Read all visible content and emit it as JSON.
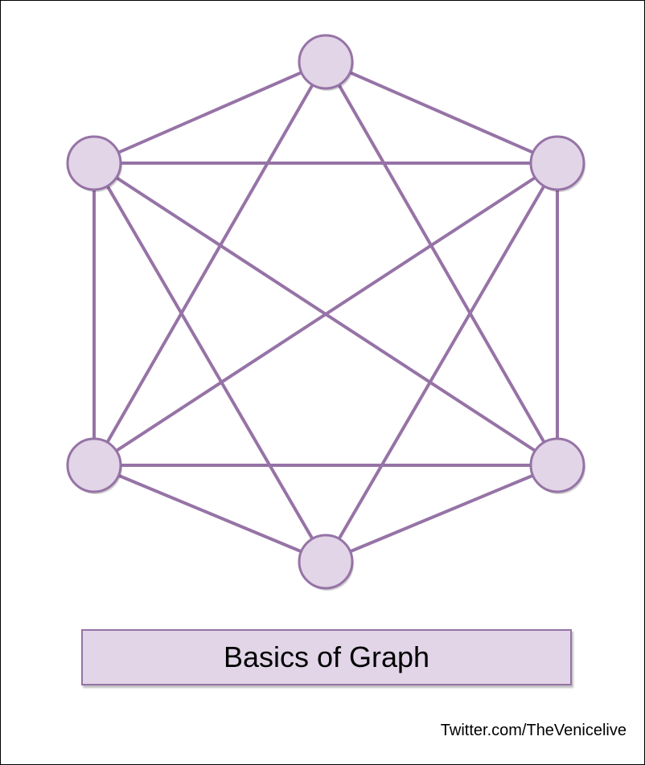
{
  "diagram": {
    "title": "Basics of Graph",
    "credit": "Twitter.com/TheVenicelive",
    "colors": {
      "node_fill": "#e1d5e7",
      "node_stroke": "#9673a6",
      "edge": "#9673a6",
      "title_fill": "#e1d5e7",
      "title_stroke": "#9673a6"
    },
    "nodes": [
      "top",
      "upper-left",
      "upper-right",
      "lower-left",
      "lower-right",
      "bottom"
    ],
    "edges": [
      [
        "top",
        "upper-left"
      ],
      [
        "top",
        "upper-right"
      ],
      [
        "top",
        "lower-left"
      ],
      [
        "top",
        "lower-right"
      ],
      [
        "upper-left",
        "upper-right"
      ],
      [
        "upper-left",
        "lower-left"
      ],
      [
        "upper-left",
        "lower-right"
      ],
      [
        "upper-left",
        "bottom"
      ],
      [
        "upper-right",
        "lower-right"
      ],
      [
        "upper-right",
        "lower-left"
      ],
      [
        "upper-right",
        "bottom"
      ],
      [
        "lower-left",
        "lower-right"
      ],
      [
        "lower-left",
        "bottom"
      ],
      [
        "lower-right",
        "bottom"
      ]
    ]
  }
}
